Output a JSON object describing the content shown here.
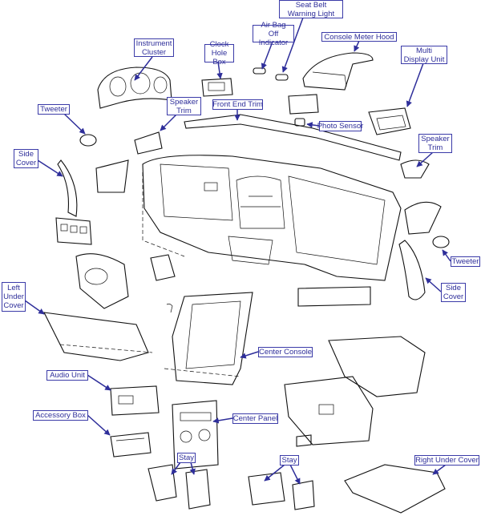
{
  "diagram": {
    "labels": {
      "seat_belt_warning_light": "Seat Belt Warning Light",
      "air_bag_off_indicator": "Air Bag Off Indicator",
      "console_meter_hood": "Console Meter Hood",
      "multi_display_unit": "Multi Display Unit",
      "instrument_cluster": "Instrument Cluster",
      "clock_hole_box": "Clock Hole Box",
      "tweeter_left": "Tweeter",
      "speaker_trim_left": "Speaker Trim",
      "front_end_trim": "Front End Trim",
      "photo_sensor": "Photo Sensor",
      "speaker_trim_right": "Speaker Trim",
      "side_cover_left": "Side Cover",
      "tweeter_right": "Tweeter",
      "side_cover_right": "Side Cover",
      "left_under_cover": "Left Under Cover",
      "center_console": "Center Console",
      "audio_unit": "Audio Unit",
      "accessory_box": "Accessory Box",
      "center_panel": "Center Panel",
      "stay_left": "Stay",
      "stay_right": "Stay",
      "right_under_cover": "Right Under Cover"
    },
    "colors": {
      "label": "#2e2e9a",
      "line_art": "#111111"
    }
  }
}
